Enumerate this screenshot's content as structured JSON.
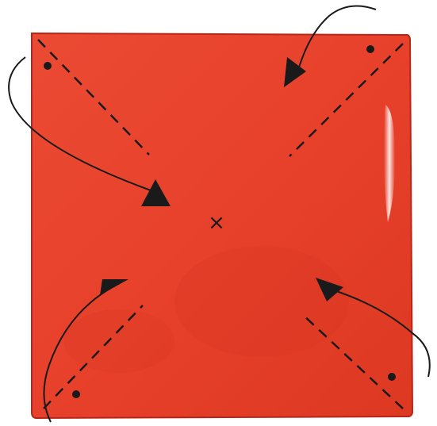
{
  "diagram": {
    "center_mark": "×",
    "colors": {
      "paper": "#e8412b",
      "paper_dark": "#d5331f",
      "paper_edge": "#b8261a",
      "ink": "#1a1a1a",
      "highlight": "#ffffff"
    },
    "corners": [
      {
        "id": "top-left",
        "fold_line": "dashed",
        "dot": true,
        "arrow_direction": "toward-center"
      },
      {
        "id": "top-right",
        "fold_line": "dashed",
        "dot": true,
        "arrow_direction": "toward-center"
      },
      {
        "id": "bottom-left",
        "fold_line": "dashed",
        "dot": true,
        "arrow_direction": "toward-center"
      },
      {
        "id": "bottom-right",
        "fold_line": "dashed",
        "dot": true,
        "arrow_direction": "toward-center"
      }
    ]
  }
}
